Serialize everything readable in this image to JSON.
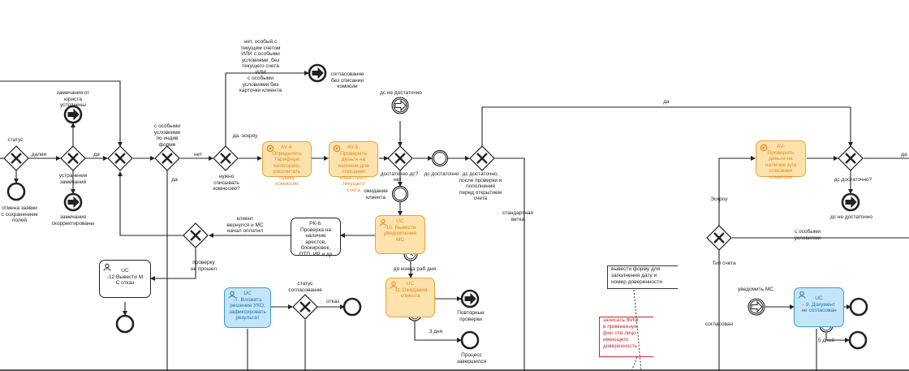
{
  "labels": {
    "status": "статус",
    "cancel": "отмена заявки\nс сохранением\nполей",
    "lawyer_remarks": "замечания от\nюриста\nустранены",
    "fix_remarks": "устранения\nзамечаний",
    "remarks_fixed": "замечания\nскорректированы",
    "next": "далее",
    "yes1": "да",
    "special_conditions": "с особыми\nусловиями\nпо индив\nформе",
    "no1": "нет",
    "yes2": "да",
    "no_special": "нет, особый с\nтекущим счетом\nИЛИ с особыми\nусловиями, без\nтекущего счета\nИЛИ\nс особыми\nусловиями без\nкарточки клиента",
    "agreement_no_fee": "согласование\nбез списании\nкомисии",
    "yes_escrow": "да, эскроу",
    "need_fee": "нужно\nсписывать\nкомиссию?",
    "ds_insufficient_top": "дс не достаточно",
    "ds_enough_q": "достаточно дс?",
    "no2": "нет",
    "ds_enough": "дс достаточно",
    "wait_client": "ожидание\nклиента",
    "ds_enough_after": "дс достаточно,\nпосле проверки и\nпополнения\nперед открытием\nсчета",
    "yes_top": "да",
    "standard_branch": "стандартная\nветка",
    "client_returned": "клиент\nвернулся и МС\nначал оплатил",
    "check_failed": "проверку\nне прошел",
    "till_end": "до конца раб дня",
    "repeat_checks": "Повторные\nпроверки",
    "three_days": "3 дня",
    "process_done": "Процесс\nзавершился",
    "agreement_status": "статус\nсогласования",
    "refusal": "отказ",
    "escrow": "Эскроу",
    "account_type": "Тип счета",
    "special_conditions2": "с особыми\nусловиями",
    "ds_enough_q2": "дс достаточно?",
    "ds_insufficient2": "дс не достаточно",
    "yes3": "да",
    "yes_right": "да",
    "notify_ms": "уведомить МС",
    "agreed": "согласован",
    "five_days": "5 дней",
    "annot_black": "вывести форму для\nзаполнения дату и\nномер доверенности",
    "annot_red": "записать ФИО\nв примеенную\nфио отв лицо\nимеющего\nдоверенность"
  },
  "tasks": {
    "av4": "AV-4.\nОпределить\nТарифную\nкатегорию,\nрассчитать\nсумму\nкомиссии",
    "av5": "AV-5.\nПроверить\nденьги на\nналичие для\nсписании\nкомиссии с\nтекущего\nсчета",
    "av_right": "AV-\nПроверить\nденьги на\nналичие для\nсписании\nкомиссии",
    "uc10": "UC\n-10. Вывести\nуведомление\nМС",
    "uc11": "UC\n-11.Ожидания\nклиента",
    "rk6": "РК-6.\nПроверка на\nналичие\nарестов,\nблокировок,\nПТП, ИР и др",
    "uc12": "UC\n-12.Вывести М\nС отказ",
    "uc7": "UC\n-7. Вложить\nрешение УКО,\nзафиксировать\nрезультат",
    "uc9": "UC\n- 9. Документ\nне согласован"
  },
  "colors": {
    "orange_fill": "#fde2ab",
    "orange_stroke": "#e9a23b",
    "blue_fill": "#c4e5f8",
    "blue_stroke": "#3b9ad8",
    "line": "#222222",
    "annot_red": "#c62828"
  }
}
